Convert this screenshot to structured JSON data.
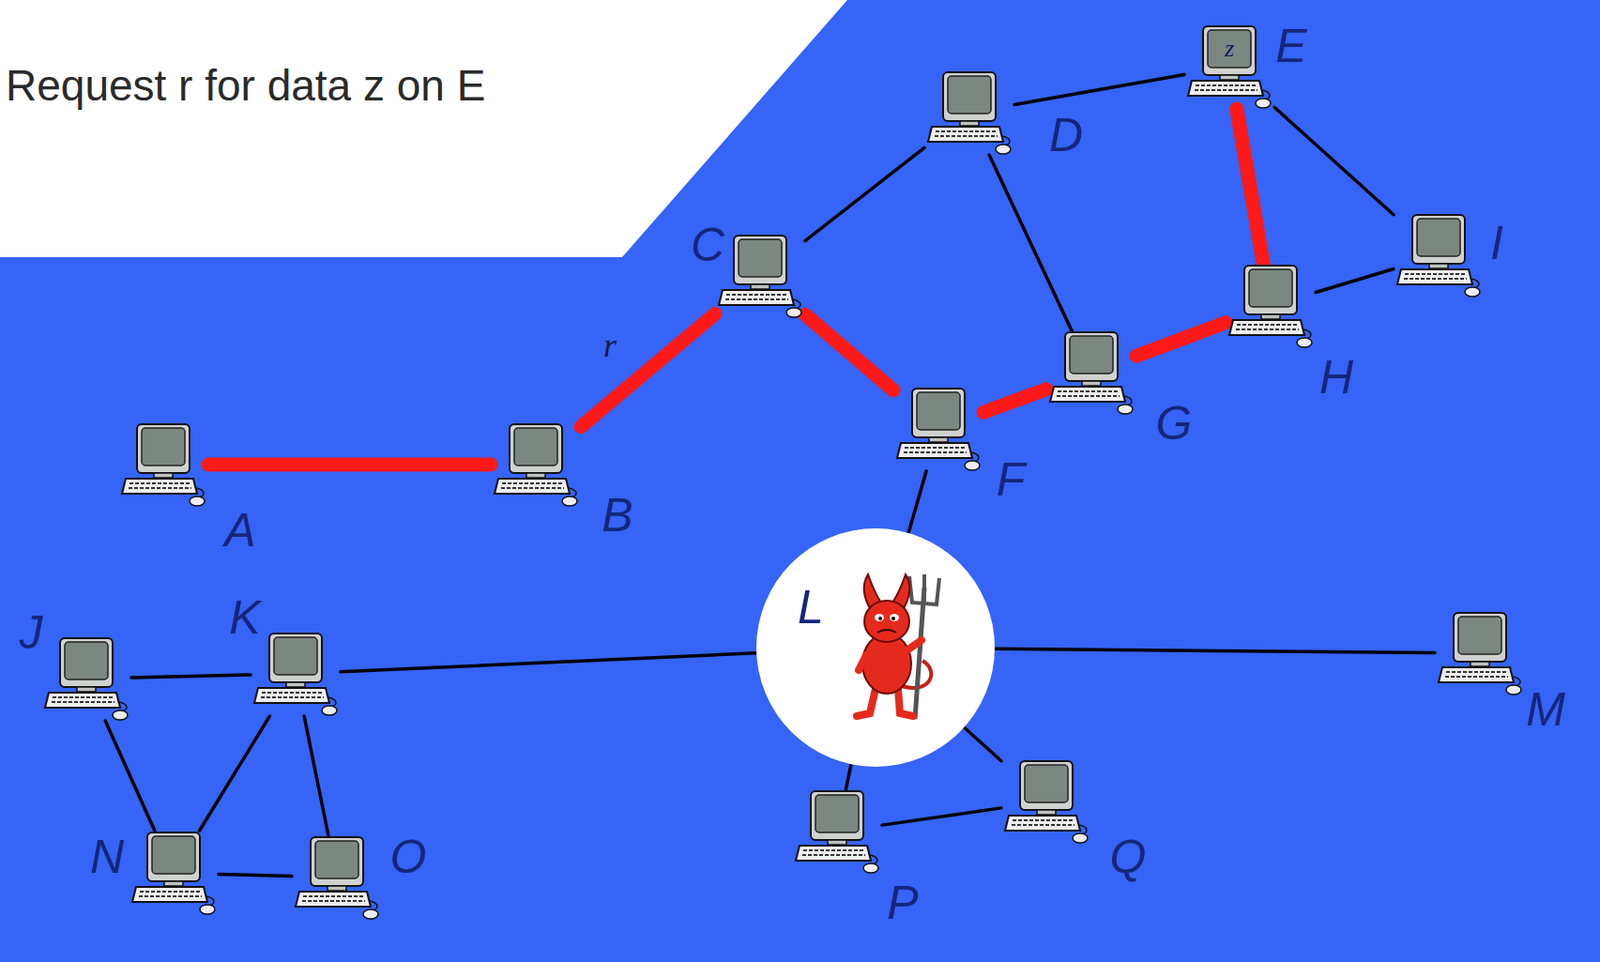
{
  "diagram": {
    "title": "Request r for data z on E",
    "nodes": [
      {
        "text": [
          "E",
          "z"
        ]
      },
      {
        "text": [
          "D"
        ]
      },
      {
        "text": [
          "C"
        ]
      },
      {
        "text": [
          "I"
        ]
      },
      {
        "text": [
          "H"
        ]
      },
      {
        "text": [
          "G"
        ]
      },
      {
        "text": [
          "F"
        ]
      },
      {
        "text": [
          "A"
        ]
      },
      {
        "text": [
          "B"
        ]
      },
      {
        "text": [
          "L"
        ]
      },
      {
        "text": [
          "J"
        ]
      },
      {
        "text": [
          "K"
        ]
      },
      {
        "text": [
          "M"
        ]
      },
      {
        "text": [
          "Q"
        ]
      },
      {
        "text": [
          "P"
        ]
      },
      {
        "text": [
          "N"
        ]
      },
      {
        "text": [
          "O"
        ]
      }
    ],
    "edges": [
      {
        "from": 7,
        "to": 8,
        "arrow": "none"
      },
      {
        "from": 8,
        "to": 2,
        "label": "r",
        "arrow": "none"
      },
      {
        "from": 2,
        "to": 6,
        "arrow": "none"
      },
      {
        "from": 6,
        "to": 5,
        "arrow": "none"
      },
      {
        "from": 5,
        "to": 4,
        "arrow": "none"
      },
      {
        "from": 4,
        "to": 0,
        "arrow": "none"
      },
      {
        "from": 2,
        "to": 1,
        "arrow": "none"
      },
      {
        "from": 1,
        "to": 0,
        "arrow": "none"
      },
      {
        "from": 1,
        "to": 5,
        "arrow": "none"
      },
      {
        "from": 0,
        "to": 3,
        "arrow": "none"
      },
      {
        "from": 4,
        "to": 3,
        "arrow": "none"
      },
      {
        "from": 6,
        "to": 9,
        "arrow": "none"
      },
      {
        "from": 11,
        "to": 9,
        "arrow": "none"
      },
      {
        "from": 9,
        "to": 12,
        "arrow": "none"
      },
      {
        "from": 9,
        "to": 14,
        "arrow": "none"
      },
      {
        "from": 9,
        "to": 13,
        "arrow": "none"
      },
      {
        "from": 14,
        "to": 13,
        "arrow": "none"
      },
      {
        "from": 10,
        "to": 11,
        "arrow": "none"
      },
      {
        "from": 10,
        "to": 15,
        "arrow": "none"
      },
      {
        "from": 11,
        "to": 15,
        "arrow": "none"
      },
      {
        "from": 11,
        "to": 16,
        "arrow": "none"
      },
      {
        "from": 15,
        "to": 16,
        "arrow": "none"
      }
    ]
  }
}
